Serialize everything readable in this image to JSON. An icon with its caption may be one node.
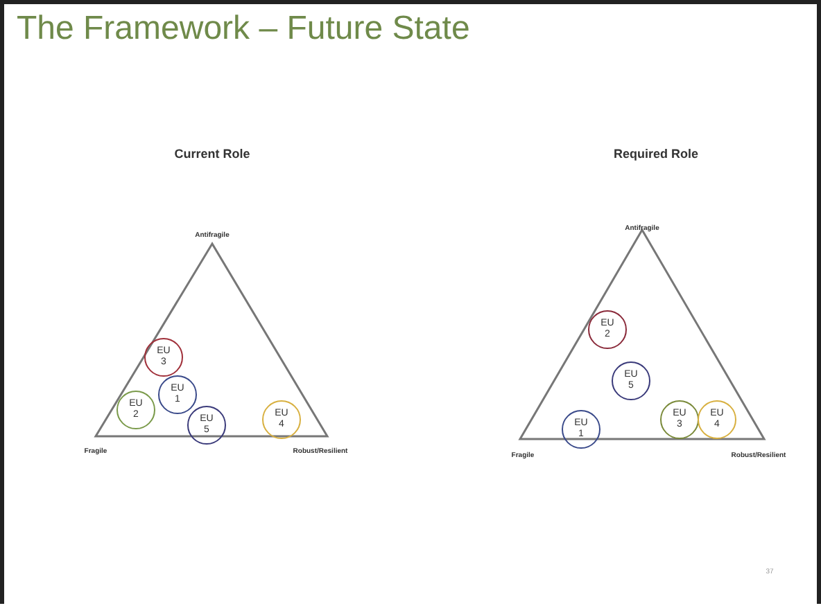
{
  "diagram": {
    "title": "The Framework – Future State",
    "nodes": [
      {
        "text": [
          "EU 3"
        ]
      },
      {
        "text": [
          "EU 1"
        ]
      },
      {
        "text": [
          "EU 2"
        ]
      },
      {
        "text": [
          "EU 5"
        ]
      },
      {
        "text": [
          "EU 4"
        ]
      },
      {
        "text": [
          "EU 2"
        ]
      },
      {
        "text": [
          "EU 5"
        ]
      },
      {
        "text": [
          "EU 1"
        ]
      },
      {
        "text": [
          "EU 3"
        ]
      },
      {
        "text": [
          "EU 4"
        ]
      }
    ],
    "labels": [
      "Current Role",
      "Required Role",
      "Antifragile",
      "Antifragile",
      "Fragile",
      "Robust/Resilient",
      "Fragile",
      "Robust/Resilient",
      "37"
    ]
  }
}
